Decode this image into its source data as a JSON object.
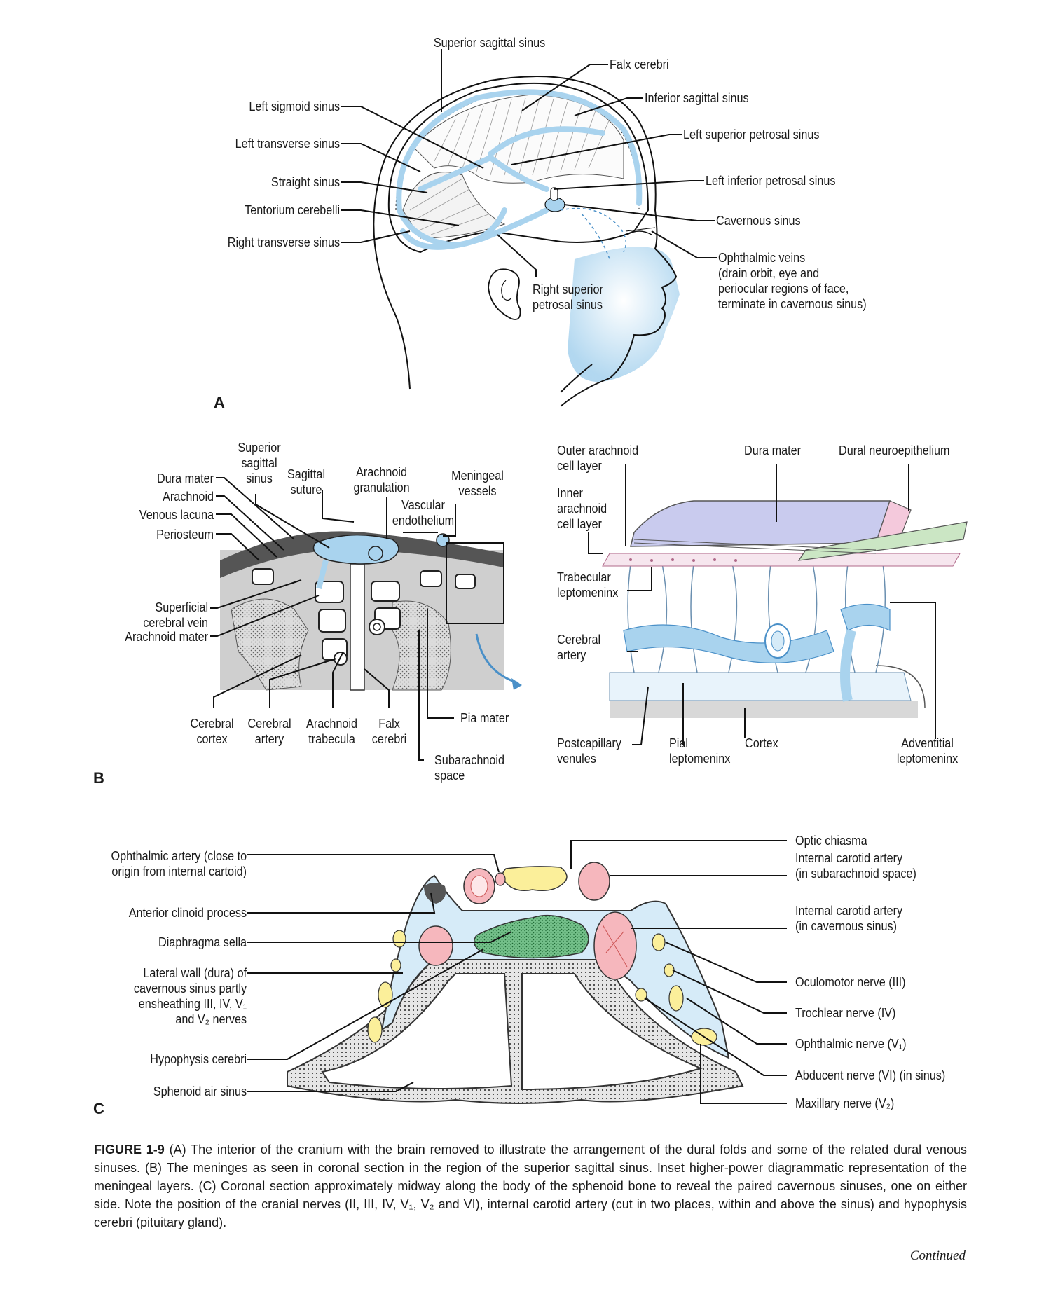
{
  "panel_a": {
    "letter": "A",
    "labels": {
      "superior_sagittal_sinus": "Superior sagittal sinus",
      "falx_cerebri": "Falx cerebri",
      "inferior_sagittal_sinus": "Inferior sagittal sinus",
      "left_superior_petrosal_sinus": "Left superior petrosal sinus",
      "left_inferior_petrosal_sinus": "Left inferior petrosal sinus",
      "cavernous_sinus": "Cavernous sinus",
      "ophthalmic_veins": [
        "Ophthalmic veins",
        "(drain orbit, eye and",
        "periocular regions of face,",
        "terminate in cavernous sinus)"
      ],
      "left_sigmoid_sinus": "Left sigmoid sinus",
      "left_transverse_sinus": "Left transverse sinus",
      "straight_sinus": "Straight sinus",
      "tentorium_cerebelli": "Tentorium cerebelli",
      "right_transverse_sinus": "Right transverse sinus",
      "right_superior_petrosal_sinus": [
        "Right superior",
        "petrosal sinus"
      ]
    }
  },
  "panel_b": {
    "letter": "B",
    "labels": {
      "superior_sagittal_sinus": [
        "Superior",
        "sagittal",
        "sinus"
      ],
      "sagittal_suture": [
        "Sagittal",
        "suture"
      ],
      "arachnoid_granulation": [
        "Arachnoid",
        "granulation"
      ],
      "meningeal_vessels": [
        "Meningeal",
        "vessels"
      ],
      "vascular_endothelium": [
        "Vascular",
        "endothelium"
      ],
      "dura_mater": "Dura mater",
      "arachnoid": "Arachnoid",
      "venous_lacuna": "Venous lacuna",
      "periosteum": "Periosteum",
      "superficial_cerebral_vein": [
        "Superficial",
        "cerebral vein"
      ],
      "arachnoid_mater": "Arachnoid mater",
      "cerebral_cortex": [
        "Cerebral",
        "cortex"
      ],
      "cerebral_artery": [
        "Cerebral",
        "artery"
      ],
      "arachnoid_trabecula": [
        "Arachnoid",
        "trabecula"
      ],
      "falx_cerebri": [
        "Falx",
        "cerebri"
      ],
      "pia_mater": "Pia mater",
      "subarachnoid_space": [
        "Subarachnoid",
        "space"
      ],
      "outer_arachnoid_cell_layer": [
        "Outer arachnoid",
        "cell layer"
      ],
      "inset_dura_mater": "Dura mater",
      "dural_neuroepithelium": "Dural neuroepithelium",
      "inner_arachnoid_cell_layer": [
        "Inner",
        "arachnoid",
        "cell layer"
      ],
      "trabecular_leptomeninx": [
        "Trabecular",
        "leptomeninx"
      ],
      "inset_cerebral_artery": [
        "Cerebral",
        "artery"
      ],
      "postcapillary_venules": [
        "Postcapillary",
        "venules"
      ],
      "pial_leptomeninx": [
        "Pial",
        "leptomeninx"
      ],
      "cortex": "Cortex",
      "adventitial_leptomeninx": [
        "Adventitial",
        "leptomeninx"
      ]
    }
  },
  "panel_c": {
    "letter": "C",
    "labels": {
      "ophthalmic_artery": [
        "Ophthalmic artery (close to",
        "origin from internal cartoid)"
      ],
      "anterior_clinoid_process": "Anterior clinoid process",
      "diaphragma_sella": "Diaphragma sella",
      "lateral_wall": [
        "Lateral wall (dura) of",
        "cavernous sinus partly",
        "ensheathing III, IV, V₁",
        "and V₂ nerves"
      ],
      "hypophysis_cerebri": "Hypophysis cerebri",
      "sphenoid_air_sinus": "Sphenoid air sinus",
      "optic_chiasma": "Optic chiasma",
      "ica_subarachnoid": [
        "Internal carotid artery",
        "(in subarachnoid space)"
      ],
      "ica_cavernous": [
        "Internal carotid artery",
        "(in cavernous sinus)"
      ],
      "oculomotor_nerve": "Oculomotor nerve (III)",
      "trochlear_nerve": "Trochlear nerve (IV)",
      "ophthalmic_nerve": "Ophthalmic nerve (V₁)",
      "abducent_nerve": "Abducent nerve (VI) (in sinus)",
      "maxillary_nerve": "Maxillary nerve (V₂)"
    }
  },
  "caption": {
    "figure_label": "FIGURE 1-9",
    "text_a_tag": "(A)",
    "text_a": " The interior of the cranium with the brain removed to illustrate the arrangement of the dural folds and some of the related dural venous sinuses. ",
    "text_b_tag": "(B)",
    "text_b": " The meninges as seen in coronal section in the region of the superior sagittal sinus. Inset higher-power diagrammatic representation of the meningeal layers. ",
    "text_c_tag": "(C)",
    "text_c": " Coronal section approximately midway along the body of the sphenoid bone to reveal the paired cavernous sinuses, one on either side. Note the position of the cranial nerves (II, III, IV, V₁, V₂ and VI), internal carotid artery (cut in two places, within and above the sinus) and hypophysis cerebri (pituitary gland)."
  },
  "continued": "Continued",
  "colors": {
    "sinus_blue": "#a9d3ee",
    "light_blue": "#d6ebf8",
    "artery_pink": "#f6b7bd",
    "nerve_yellow": "#fbef9a",
    "hypophysis_green": "#74c08a",
    "bone_gray": "#c8c8c8",
    "dura_lavender": "#c9cbee",
    "dura_pink": "#f4c9dc",
    "dura_green": "#cbe6c4"
  }
}
